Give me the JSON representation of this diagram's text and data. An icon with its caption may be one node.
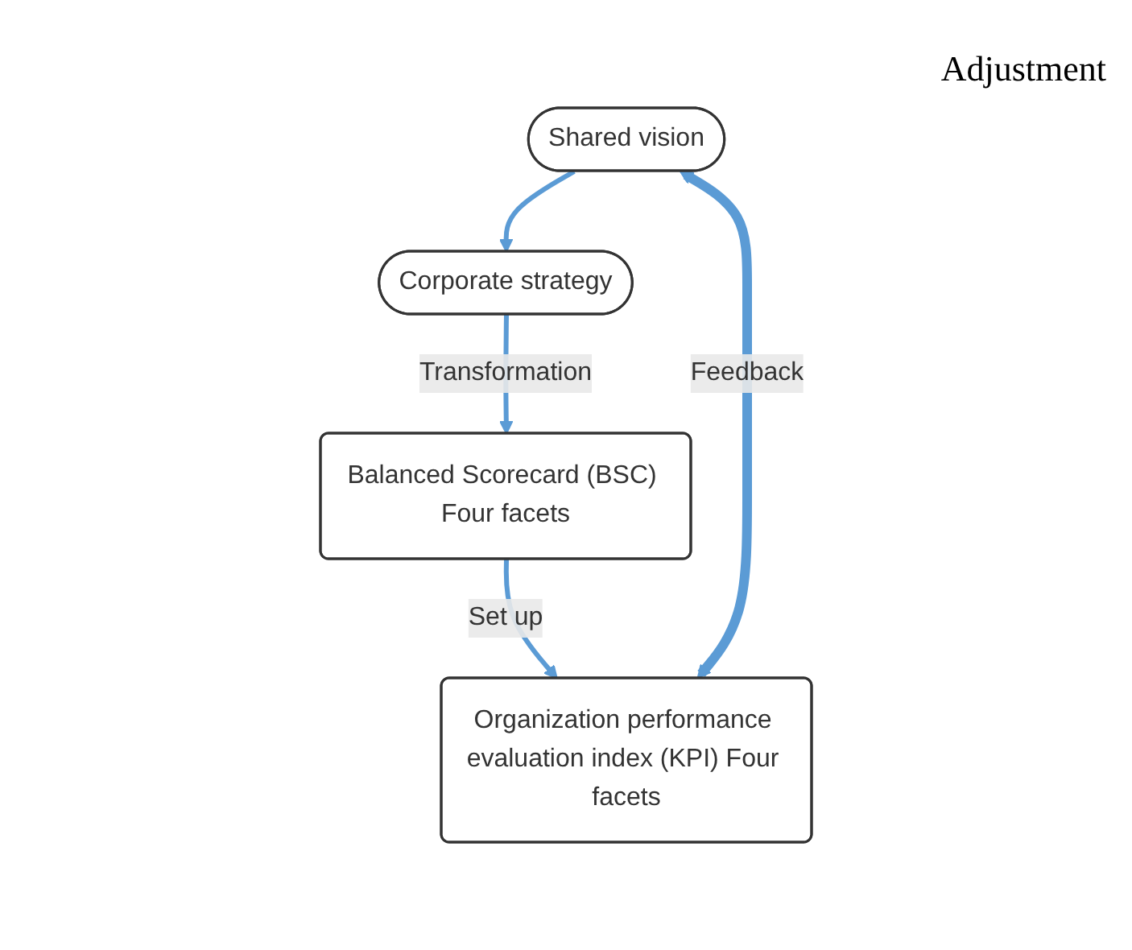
{
  "diagram": {
    "nodes": [
      {
        "text": [
          "Shared vision"
        ]
      },
      {
        "text": [
          "Corporate strategy"
        ]
      },
      {
        "text": [
          "Balanced Scorecard (BSC) Four facets"
        ]
      },
      {
        "text": [
          "Organization performance evaluation index (KPI) Four facets"
        ]
      }
    ],
    "edges": [
      {
        "from": 0,
        "to": 1,
        "arrow": "to"
      },
      {
        "from": 1,
        "to": 2,
        "arrow": "to",
        "label": "Transformation"
      },
      {
        "from": 2,
        "to": 3,
        "arrow": "to",
        "label": "Set up"
      },
      {
        "from": 3,
        "to": 0,
        "arrow": "both",
        "label": "Feedback",
        "style": "thick"
      }
    ],
    "labels": [
      "Adjustment"
    ]
  }
}
